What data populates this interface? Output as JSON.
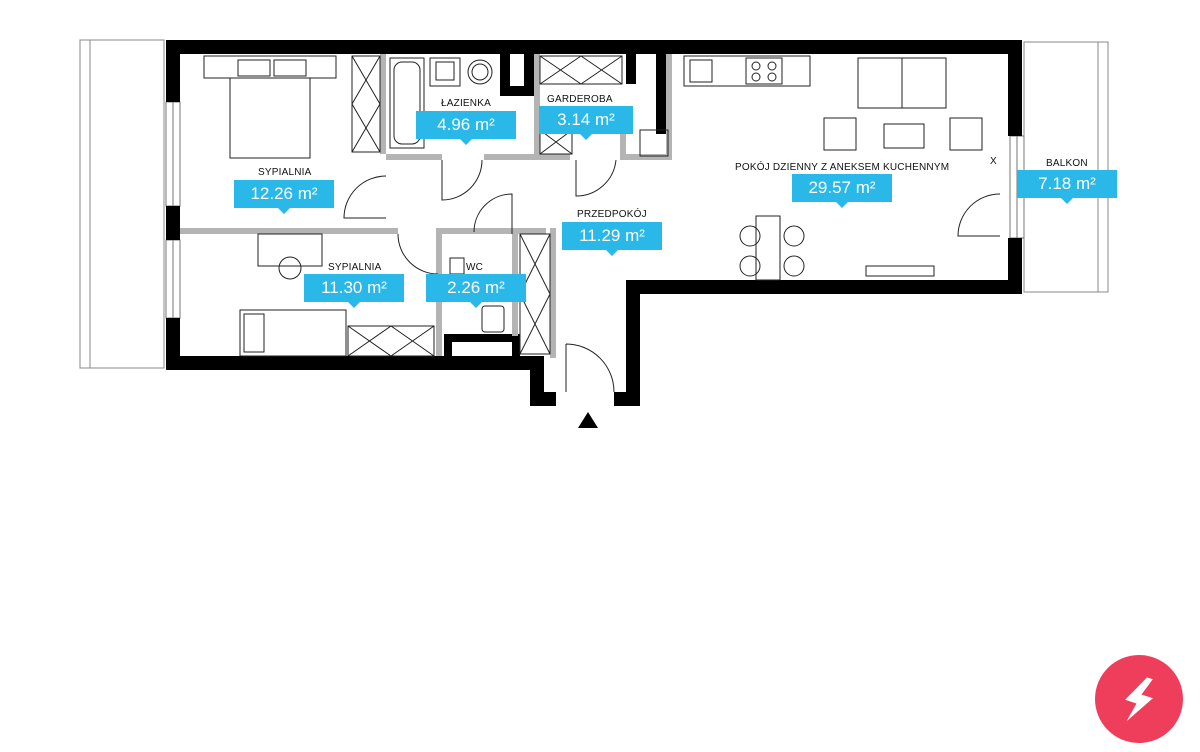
{
  "rooms": [
    {
      "id": "bedroom1",
      "name": "SYPIALNIA",
      "area": "12.26 m²"
    },
    {
      "id": "bathroom",
      "name": "ŁAZIENKA",
      "area": "4.96 m²"
    },
    {
      "id": "wardrobe",
      "name": "GARDEROBA",
      "area": "3.14 m²"
    },
    {
      "id": "living",
      "name": "POKÓJ DZIENNY Z ANEKSEM KUCHENNYM",
      "area": "29.57 m²"
    },
    {
      "id": "balcony",
      "name": "BALKON",
      "area": "7.18 m²"
    },
    {
      "id": "hall",
      "name": "PRZEDPOKÓJ",
      "area": "11.29 m²"
    },
    {
      "id": "wc",
      "name": "WC",
      "area": "2.26 m²"
    },
    {
      "id": "bedroom2",
      "name": "SYPIALNIA",
      "area": "11.30 m²"
    }
  ],
  "marks": {
    "x": "X"
  },
  "colors": {
    "badge": "#29b8e8",
    "wall": "#000000",
    "partition": "#b4b4b4",
    "logo": "#ef3e5c"
  },
  "icons": {
    "entrance": "entrance-arrow-icon",
    "logo": "brand-logo-icon"
  }
}
